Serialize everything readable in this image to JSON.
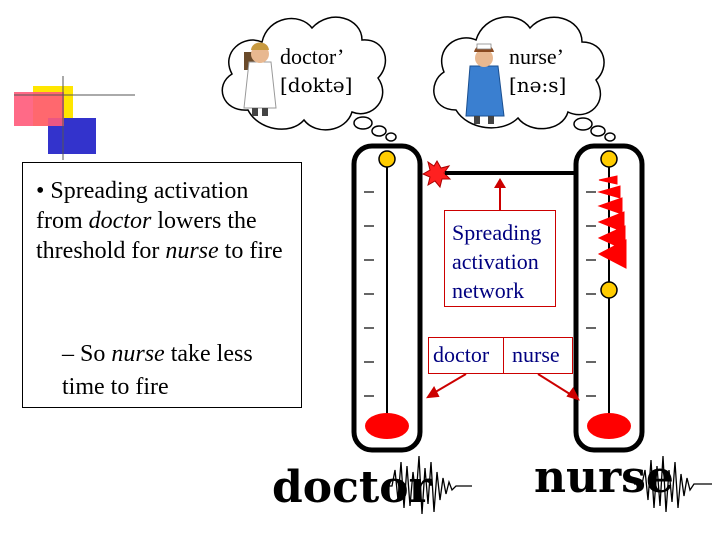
{
  "bullets": {
    "main": {
      "pre": "• Spreading activation from ",
      "em1": "doctor",
      "mid": " lowers the threshold for ",
      "em2": "nurse",
      "post": " to fire"
    },
    "sub": {
      "pre": "– So ",
      "em": "nurse",
      "post": " take less time to fire"
    }
  },
  "clouds": {
    "doctor": {
      "word": "doctor’",
      "ipa": "[doktə]"
    },
    "nurse": {
      "word": "nurse’",
      "ipa": "[nə:s]"
    }
  },
  "network": {
    "label": "Spreading activation network",
    "node_doctor": "doctor",
    "node_nurse": "nurse"
  },
  "spoken": {
    "doctor": "doctor",
    "nurse": "nurse"
  },
  "colors": {
    "accent_red": "#ff0000",
    "node_yellow": "#ffcc00",
    "label_blue": "#000080",
    "deco_yellow": "#ffe600",
    "deco_blue": "#3333cc",
    "deco_pink": "#ff3366"
  }
}
